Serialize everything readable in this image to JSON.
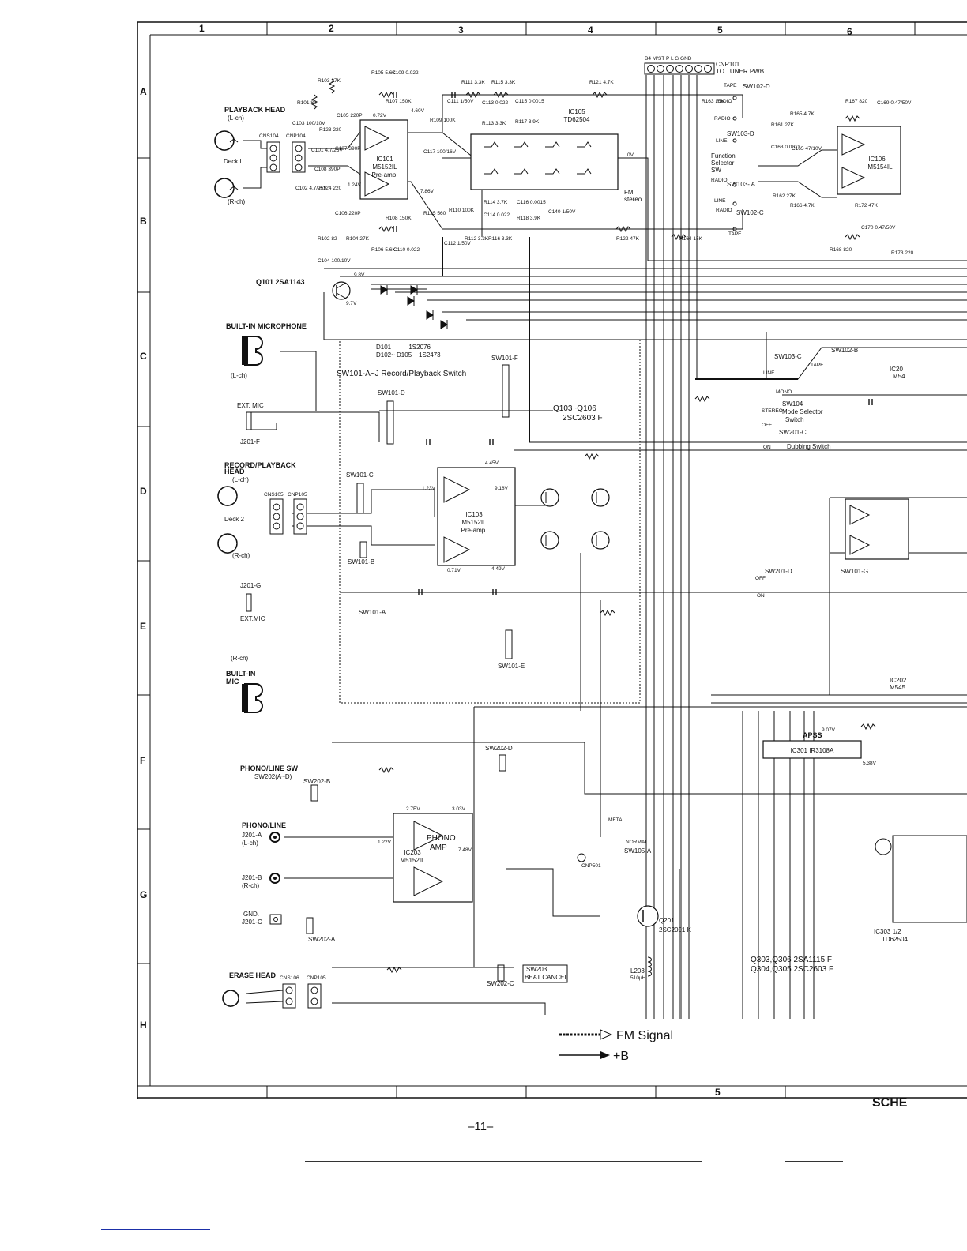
{
  "grid": {
    "columns_top": [
      "1",
      "2",
      "3",
      "4",
      "5",
      "6"
    ],
    "columns_bottom": [
      "5"
    ],
    "rows": [
      "A",
      "B",
      "C",
      "D",
      "E",
      "F",
      "G",
      "H"
    ]
  },
  "connectors": {
    "cnp101": "CNP101",
    "cnp101_sub": "TO TUNER PWB",
    "cnp101_pins": "B4 M/ST P L G GND",
    "cns104": "CNS104",
    "cnp104": "CNP104",
    "cns105": "CNS105",
    "cnp105": "CNP105",
    "cns106": "CNS106",
    "cnp106": "CNP105",
    "cnp501": "CNP501"
  },
  "sections": {
    "playback_head": "PLAYBACK HEAD",
    "playback_lch": "(L-ch)",
    "playback_rch": "(R-ch)",
    "deck1": "Deck I",
    "builtin_mic": "BUILT-IN MICROPHONE",
    "builtin_lch": "(L-ch)",
    "ext_mic": "EXT. MIC",
    "j201f": "J201-F",
    "rec_play_head": "RECORD/PLAYBACK",
    "rec_play_head2": "HEAD",
    "rec_lch": "(L-ch)",
    "rec_rch": "(R-ch)",
    "deck2": "Deck 2",
    "j201g": "J201-G",
    "ext_mic2": "EXT.MIC",
    "rch2": "(R-ch)",
    "builtin_mic2": "BUILT-IN",
    "builtin_mic2b": "MIC",
    "phono_line_sw": "PHONO/LINE SW",
    "sw202_ad": "SW202(A~D)",
    "phono_line": "PHONO/LINE",
    "j201a": "J201-A",
    "j201a_ch": "(L-ch)",
    "j201b": "J201-B",
    "j201b_ch": "(R-ch)",
    "gnd": "GND.",
    "j201c": "J201-C",
    "erase_head": "ERASE HEAD",
    "sw101_title": "SW101-A~J  Record/Playback Switch",
    "q101": "Q101 2SA1143",
    "q103_q106": "Q103~Q106",
    "q103_q106_type": "2SC2603 F",
    "diodes_a": "D101          1S2076",
    "diodes_b": "D102~ D105    1S2473",
    "func_sel": "Function",
    "func_sel2": "Selector",
    "func_sel3": "SW",
    "mode_sel": "Mode Selector",
    "mode_sel2": "Switch",
    "dubbing": "Dubbing Switch",
    "fm_stereo": "FM",
    "fm_stereo2": "stereo",
    "apss": "APSS",
    "q303_q306": "Q303,Q306 2SA1115 F",
    "q304_q305": "Q304,Q305 2SC2603 F",
    "ic303": "IC303 1/2",
    "ic303_type": "TD62504",
    "q201": "Q201",
    "q201_type": "2SC2001 K",
    "beat_cancel": "SW203",
    "beat_cancel2": "BEAT CANCEL",
    "metal": "METAL",
    "normal": "NORMAL",
    "sw105a": "SW105-A",
    "l203": "L203",
    "l203_val": "510μH"
  },
  "ics": {
    "ic101_name": "IC101",
    "ic101_type": "M5152IL",
    "ic101_sub": "Pre-amp.",
    "ic105_name": "IC105",
    "ic105_type": "TD62504",
    "ic106_name": "IC106",
    "ic106_type": "M5154IL",
    "ic103_name": "IC103",
    "ic103_type": "M5152IL",
    "ic103_sub": "Pre-amp.",
    "ic203_name": "IC203",
    "ic203_type": "M5152IL",
    "ic203_sub1": "PHONO",
    "ic203_sub2": "AMP",
    "ic301_name": "IC301 IR3108A",
    "ic202": "IC202",
    "ic202_type": "M545",
    "ic201": "IC20",
    "ic201_type": "M54"
  },
  "switches": {
    "sw102d": "SW102-D",
    "sw103d": "SW103-D",
    "sw103a": "SW103- A",
    "sw102c": "SW102-C",
    "sw103c": "SW103-C",
    "sw102b": "SW102-B",
    "sw104": "SW104",
    "sw201c": "SW201-C",
    "sw201d": "SW201-D",
    "sw101d": "SW101-D",
    "sw101f": "SW101-F",
    "sw101c": "SW101-C",
    "sw101b": "SW101-B",
    "sw101a": "SW101-A",
    "sw101e": "SW101-E",
    "sw101g": "SW101-G",
    "sw202b": "SW202-B",
    "sw202a": "SW202-A",
    "sw202c": "SW202-C",
    "sw202d": "SW202-D",
    "tape": "TAPE",
    "radio": "RADIO",
    "line": "LINE",
    "on": "ON",
    "off": "OFF",
    "stereo": "STEREO",
    "mono": "MONO"
  },
  "parts_row_a": [
    "R103 27K",
    "R101 82",
    "C105 220P",
    "C103 100/10V",
    "R123 220",
    "C101 4.7/25V",
    "C107 390P",
    "C108 390P",
    "R124 220",
    "C102 4.7/25V",
    "R105 5.6K",
    "C109 0.022",
    "R107 150K",
    "R109 100K",
    "C111 1/50V",
    "R111 3.3K",
    "R115 3.3K",
    "C113 0.022",
    "C115 0.0015",
    "R113 3.3K",
    "R117 3.9K",
    "C117 100/16V",
    "R121 4.7K",
    "R167 820",
    "C169 0.47/50V",
    "R163 15K",
    "R165 4.7K",
    "R161 27K",
    "C163 0.0011",
    "C165 47/10V"
  ],
  "parts_row_b": [
    "C106 220P",
    "R108 150K",
    "R125 560",
    "R110 100K",
    "R114 3.7K",
    "C114 0.022",
    "C116 0.0015",
    "R118 3.9K",
    "C140 1/50V",
    "R102 82",
    "R104 27K",
    "R106 5.6K",
    "C110 0.022",
    "C104 100/10V",
    "C112 1/50V",
    "R112 3.3K",
    "R116 3.3K",
    "R122 47K",
    "R164 15K",
    "R162 27K",
    "R166 4.7K",
    "R168 820",
    "C170 0.47/50V",
    "R172 47K",
    "R173 220"
  ],
  "voltages": {
    "v_ic101_top": "4.60V",
    "v_ic101_a": "0.72V",
    "v_ic101_b": "1.24V",
    "v_ic101_c": "7.86V",
    "v_ic105": "0V",
    "v_q101": "9.8V",
    "v_q101b": "9.7V",
    "v_ic103a": "0.71V",
    "v_ic103b": "4.49V",
    "v_ic103c": "9.18V",
    "v_ic103d": "1.23V",
    "v_ic103e": "4.45V",
    "v_ic203a": "2.7EV",
    "v_ic203b": "3.03V",
    "v_ic203c": "7.48V",
    "v_ic203d": "1.22V",
    "v_ic301": "9.07V",
    "v_apss": "5.38V"
  },
  "legend": {
    "fm_signal": "FM Signal",
    "plus_b": "+B"
  },
  "footer": {
    "page": "–11–",
    "title": "SCHE"
  }
}
